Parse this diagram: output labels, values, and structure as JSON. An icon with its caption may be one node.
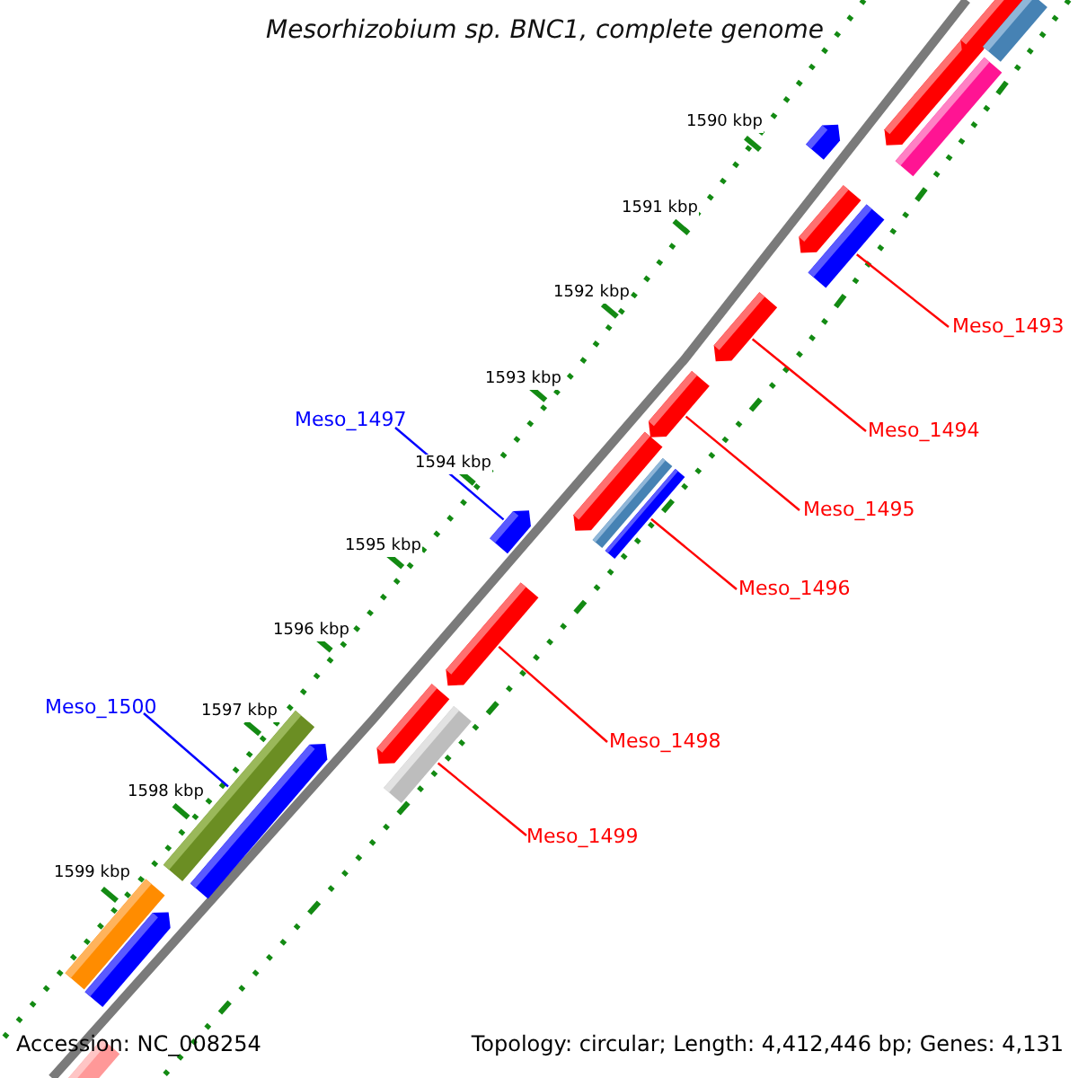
{
  "diagram": {
    "title": "Mesorhizobium sp. BNC1, complete genome",
    "nodes": [
      {
        "text": [
          "Meso_1493"
        ]
      },
      {
        "text": [],
        "shape": "bar"
      },
      {
        "text": [
          "Meso_1494"
        ]
      },
      {
        "text": [],
        "shape": "arrow"
      },
      {
        "text": [
          "Meso_1495"
        ]
      },
      {
        "text": [],
        "shape": "arrow"
      },
      {
        "text": [
          "Meso_1497"
        ]
      },
      {
        "text": [],
        "shape": "arrow"
      },
      {
        "text": [
          "Meso_1496"
        ]
      },
      {
        "text": [],
        "shape": "bar"
      },
      {
        "text": [
          "Meso_1498"
        ]
      },
      {
        "text": [],
        "shape": "arrow"
      },
      {
        "text": [
          "Meso_1500"
        ]
      },
      {
        "text": [],
        "shape": "bar"
      },
      {
        "text": [
          "Meso_1499"
        ]
      },
      {
        "text": [],
        "shape": "bar"
      },
      {
        "text": [],
        "shape": "bar"
      },
      {
        "text": [],
        "shape": "arrow"
      },
      {
        "text": [],
        "shape": "arrow"
      },
      {
        "text": [],
        "shape": "arrow"
      },
      {
        "text": [],
        "shape": "arrow"
      },
      {
        "text": [],
        "shape": "bar"
      },
      {
        "text": [],
        "shape": "arrow"
      },
      {
        "text": [],
        "shape": "arrow"
      },
      {
        "text": [],
        "shape": "arrow"
      },
      {
        "text": [],
        "shape": "bar"
      },
      {
        "text": [],
        "shape": "arrow"
      },
      {
        "text": [],
        "shape": "bar"
      },
      {
        "text": [],
        "shape": "arrow"
      }
    ],
    "edges": [
      {
        "from": 0,
        "to": 1,
        "arrow": "none"
      },
      {
        "from": 2,
        "to": 3,
        "arrow": "none"
      },
      {
        "from": 4,
        "to": 5,
        "arrow": "none"
      },
      {
        "from": 6,
        "to": 7,
        "arrow": "none",
        "color": "#0000ff"
      },
      {
        "from": 8,
        "to": 9,
        "arrow": "none"
      },
      {
        "from": 10,
        "to": 11,
        "arrow": "none"
      },
      {
        "from": 12,
        "to": 13,
        "arrow": "none",
        "color": "#0000ff"
      },
      {
        "from": 14,
        "to": 15,
        "arrow": "none"
      }
    ],
    "labels": [
      "1590 kbp",
      "1591 kbp",
      "1592 kbp",
      "1593 kbp",
      "1594 kbp",
      "1595 kbp",
      "1596 kbp",
      "1597 kbp",
      "1598 kbp",
      "1599 kbp",
      "Accession: NC_008254",
      "Topology: circular; Length: 4,412,446 bp; Genes: 4,131"
    ]
  }
}
